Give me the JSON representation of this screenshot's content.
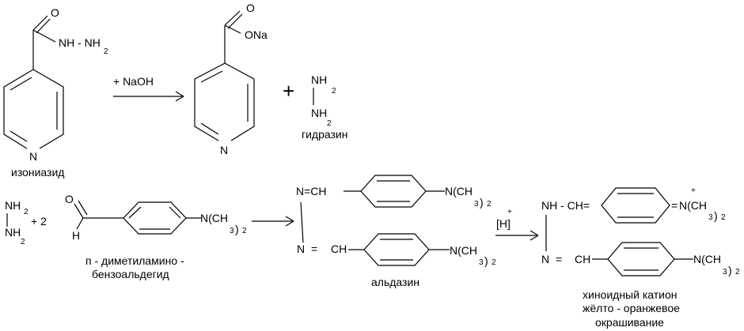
{
  "reaction1": {
    "isoniazid": {
      "o": "O",
      "hydrazide": "NH - NH",
      "hydrazide_sub": "2",
      "ring_n": "N",
      "name": "изониазид"
    },
    "reagent": "+ NaOH",
    "product": {
      "o": "O",
      "ona": "ONa",
      "ring_n": "N"
    },
    "plus": "+",
    "hydrazine": {
      "nh_top": "NH",
      "nh_top_sub": "2",
      "nh_bottom": "NH",
      "nh_bottom_sub": "2",
      "name": "гидразин"
    }
  },
  "reaction2": {
    "hydrazine": {
      "nh_top": "NH",
      "nh_top_sup": "2",
      "nh_bottom": "NH",
      "nh_bottom_sub": "2"
    },
    "plus_two": "+ 2",
    "aldehyde": {
      "o": "O",
      "h": "H",
      "nme2": "N(CH",
      "sub3": "3",
      "close": ")",
      "sub2": "2",
      "name_line1": "п - диметиламино -",
      "name_line2": "бензоальдегид"
    },
    "aldazine": {
      "top_link": "N=CH",
      "bottom_n": "N",
      "bottom_eq": "=",
      "bottom_ch": "CH",
      "nme2": "N(CH",
      "sub3": "3",
      "close": ")",
      "sub2": "2",
      "name": "альдазин"
    },
    "catalyst": {
      "label": "[H]",
      "charge": "+"
    },
    "quinoid": {
      "top_link": "NH - CH=",
      "ring_eq": "=",
      "nme2": "N(CH",
      "sub3": "3",
      "close": ")",
      "sub2": "2",
      "charge": "+",
      "bottom_n": "N",
      "bottom_eq": "=",
      "bottom_ch": "CH",
      "name_line1": "хиноидный катион",
      "name_line2": "жёлто - оранжевое",
      "name_line3": "окрашивание"
    }
  }
}
